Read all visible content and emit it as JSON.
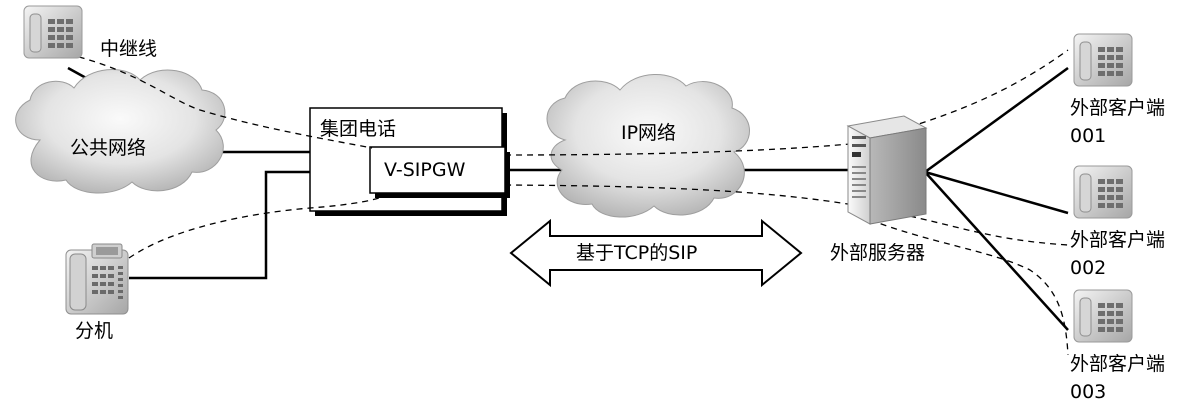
{
  "labels": {
    "trunk": "中继线",
    "public_network": "公共网络",
    "extension": "分机",
    "group_phone": "集团电话",
    "v_sipgw": "V-SIPGW",
    "ip_network": "IP网络",
    "sip_over_tcp": "基于TCP的SIP",
    "external_server": "外部服务器",
    "clients": [
      {
        "name": "外部客户端",
        "number": "001"
      },
      {
        "name": "外部客户端",
        "number": "002"
      },
      {
        "name": "外部客户端",
        "number": "003"
      }
    ]
  },
  "colors": {
    "line": "#000000",
    "cloud_light": "#f2f2f2",
    "cloud_dark": "#b5b5b5",
    "device_light": "#f0f0f0",
    "device_dark": "#a8a8a8"
  },
  "icons": {
    "trunk_device": "phone-unit-icon",
    "client_device": "phone-unit-icon",
    "extension_device": "desk-phone-icon",
    "server_device": "server-tower-icon"
  }
}
